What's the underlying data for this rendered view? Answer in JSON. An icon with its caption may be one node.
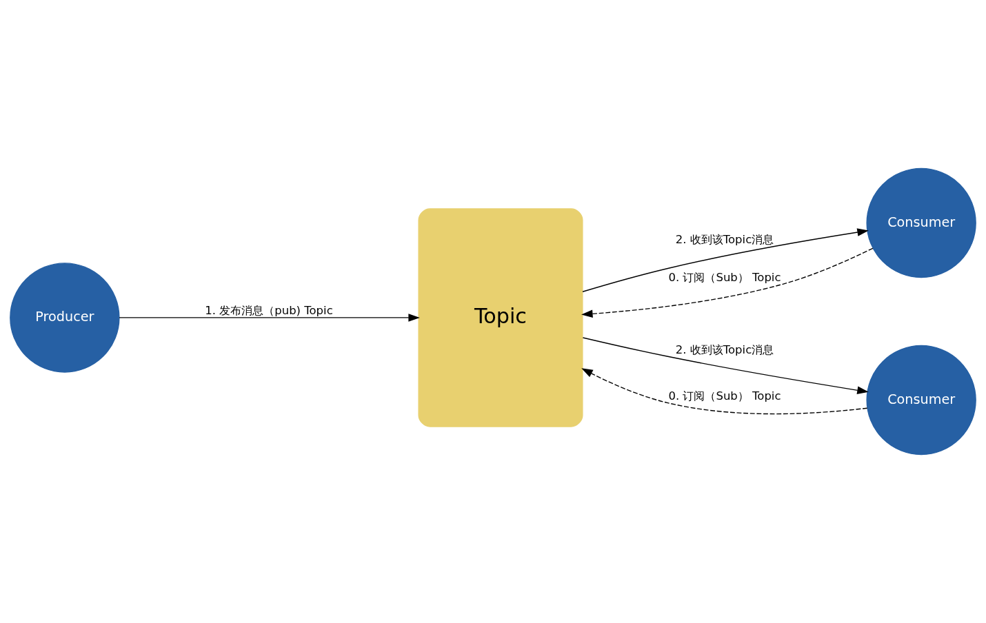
{
  "diagram": {
    "nodes": [
      {
        "text": [
          "Producer"
        ]
      },
      {
        "text": [
          "Topic"
        ]
      },
      {
        "text": [
          "Consumer"
        ]
      },
      {
        "text": [
          "Consumer"
        ]
      }
    ],
    "edges": [
      {
        "from": 0,
        "to": 1,
        "arrow": "to",
        "label": "1. 发布消息（pub) Topic"
      },
      {
        "from": 1,
        "to": 2,
        "arrow": "to",
        "label": "2. 收到该Topic消息"
      },
      {
        "from": 1,
        "to": 3,
        "arrow": "to",
        "label": "2. 收到该Topic消息"
      },
      {
        "from": 2,
        "to": 1,
        "arrow": "to",
        "style": "dashed",
        "label": "0. 订阅（Sub） Topic"
      },
      {
        "from": 3,
        "to": 1,
        "arrow": "to",
        "style": "dashed",
        "label": "0. 订阅（Sub） Topic"
      }
    ]
  }
}
